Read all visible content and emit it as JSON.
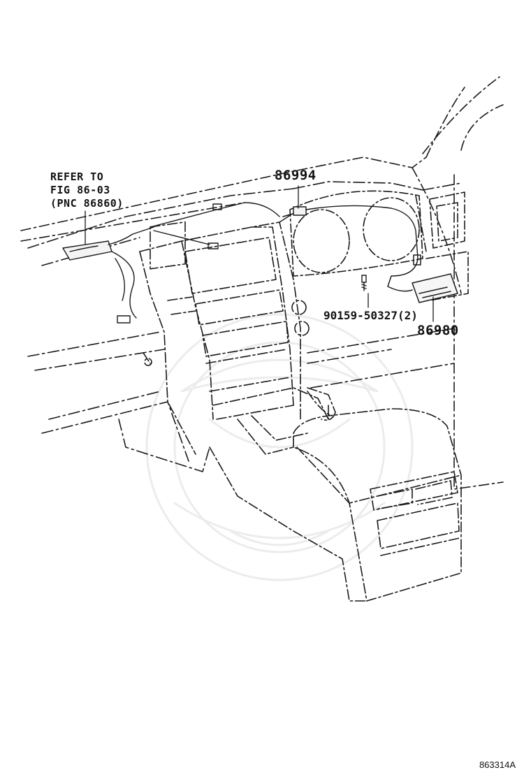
{
  "refer_note": {
    "line1": "REFER TO",
    "line2": "FIG 86-03",
    "line3": "(PNC 86860)"
  },
  "parts": {
    "p86994": "86994",
    "p90159": "90159-50327(2)",
    "p86980": "86980"
  },
  "diagram_code": "863314A"
}
